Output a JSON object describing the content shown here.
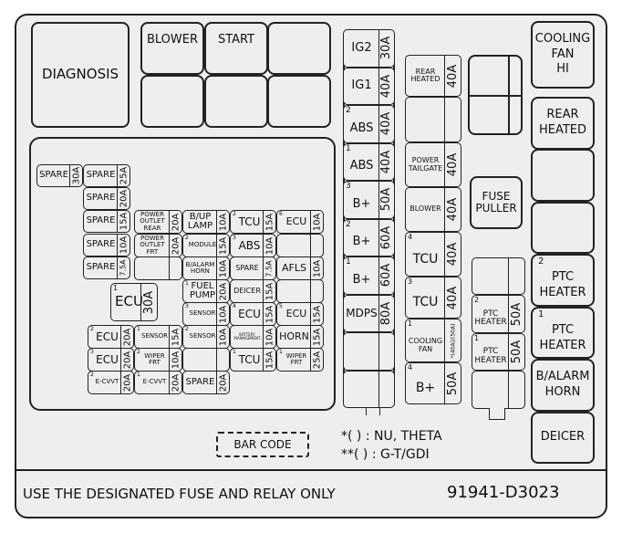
{
  "top_left": {
    "diagnosis": "DIAGNOSIS",
    "relays": [
      "BLOWER",
      "START",
      "",
      "",
      "",
      ""
    ]
  },
  "left_block": {
    "spare_col": [
      {
        "label": "SPARE",
        "amp": "30A"
      }
    ],
    "spare_col2": [
      {
        "label": "SPARE",
        "amp": "25A"
      },
      {
        "label": "SPARE",
        "amp": "20A"
      },
      {
        "label": "SPARE",
        "amp": "15A"
      },
      {
        "label": "SPARE",
        "amp": "10A"
      },
      {
        "label": "SPARE",
        "amp": "7.5A"
      }
    ],
    "col_a": [
      {
        "label": "POWER\nOUTLET\nREAR",
        "amp": "20A",
        "num": ""
      },
      {
        "label": "POWER\nOUTLET\nFRT",
        "amp": "20A",
        "num": ""
      },
      {
        "label": "",
        "amp": "",
        "num": ""
      }
    ],
    "col_b": [
      {
        "label": "B/UP\nLAMP",
        "amp": "10A",
        "num": ""
      },
      {
        "label": "MODULE",
        "amp": "15A",
        "num": "2"
      },
      {
        "label": "B/ALARM\nHORN",
        "amp": "10A",
        "num": ""
      },
      {
        "label": "FUEL\nPUMP",
        "amp": "20A",
        "num": "1"
      },
      {
        "label": "SENSOR",
        "amp": "10A",
        "num": "3"
      },
      {
        "label": "SENSOR",
        "amp": "10A",
        "num": "2"
      },
      {
        "label": "",
        "amp": "",
        "num": ""
      }
    ],
    "col_c": [
      {
        "label": "TCU",
        "amp": "15A",
        "num": "2"
      },
      {
        "label": "ABS",
        "amp": "10A",
        "num": "3"
      },
      {
        "label": "SPARE",
        "amp": "7.5A",
        "num": ""
      },
      {
        "label": "DEICER",
        "amp": "15A",
        "num": ""
      },
      {
        "label": "ECU",
        "amp": "15A",
        "num": "4"
      },
      {
        "label": "BATTERY\nMANAGEMENT",
        "amp": "10A",
        "num": ""
      },
      {
        "label": "TCU",
        "amp": "15A",
        "num": "1"
      }
    ],
    "col_d": [
      {
        "label": "ECU",
        "amp": "10A",
        "num": "6"
      },
      {
        "label": "",
        "amp": "",
        "num": ""
      },
      {
        "label": "AFLS",
        "amp": "10A",
        "num": ""
      },
      {
        "label": "",
        "amp": "",
        "num": ""
      },
      {
        "label": "ECU",
        "amp": "15A",
        "num": "5"
      },
      {
        "label": "HORN",
        "amp": "15A",
        "num": ""
      },
      {
        "label": "WIPER\nFRT",
        "amp": "25A",
        "num": "1"
      }
    ],
    "ecu_big": {
      "label": "ECU",
      "amp": "30A",
      "num": "1"
    },
    "bottom_col1": [
      {
        "label": "ECU",
        "amp": "20A",
        "num": "2"
      },
      {
        "label": "ECU",
        "amp": "20A",
        "num": "3"
      },
      {
        "label": "E-CVVT",
        "amp": "20A",
        "num": "2"
      }
    ],
    "bottom_col2": [
      {
        "label": "SENSOR",
        "amp": "15A",
        "num": "1"
      },
      {
        "label": "WIPER\nFRT",
        "amp": "10A",
        "num": "2"
      },
      {
        "label": "E-CVVT",
        "amp": "20A",
        "num": "1"
      }
    ],
    "bottom_col3_last": {
      "label": "SPARE",
      "amp": "20A",
      "num": ""
    }
  },
  "mid_column": [
    {
      "label": "IG2",
      "amp": "30A",
      "num": ""
    },
    {
      "label": "IG1",
      "amp": "40A",
      "num": ""
    },
    {
      "label": "ABS",
      "amp": "40A",
      "num": "2"
    },
    {
      "label": "ABS",
      "amp": "40A",
      "num": "1"
    },
    {
      "label": "B+",
      "amp": "50A",
      "num": "3"
    },
    {
      "label": "B+",
      "amp": "60A",
      "num": "2"
    },
    {
      "label": "B+",
      "amp": "60A",
      "num": "1"
    },
    {
      "label": "MDPS",
      "amp": "80A",
      "num": ""
    },
    {
      "label": "",
      "amp": "",
      "num": ""
    },
    {
      "label": "",
      "amp": "",
      "num": ""
    }
  ],
  "right_mid_column": [
    {
      "label": "REAR\nHEATED",
      "amp": "40A",
      "num": ""
    },
    {
      "label": "",
      "amp": "",
      "num": ""
    },
    {
      "label": "POWER\nTAILGATE",
      "amp": "40A",
      "num": ""
    },
    {
      "label": "BLOWER",
      "amp": "40A",
      "num": ""
    },
    {
      "label": "TCU",
      "amp": "40A",
      "num": "4"
    },
    {
      "label": "TCU",
      "amp": "40A",
      "num": "3"
    },
    {
      "label": "COOLING\nFAN",
      "amp": "*(40A)/(50A)",
      "num": "1"
    },
    {
      "label": "B+",
      "amp": "50A",
      "num": "4"
    }
  ],
  "fuse_puller": "FUSE\nPULLER",
  "ptc_column": [
    {
      "label": "",
      "amp": "",
      "num": ""
    },
    {
      "label": "PTC\nHEATER",
      "amp": "50A",
      "num": "2"
    },
    {
      "label": "PTC\nHEATER",
      "amp": "50A",
      "num": "1"
    },
    {
      "label": "",
      "amp": "",
      "num": ""
    }
  ],
  "relays_right": [
    {
      "label": "COOLING\nFAN\nHI",
      "num": ""
    },
    {
      "label": "REAR\nHEATED",
      "num": ""
    },
    {
      "label": "",
      "num": ""
    },
    {
      "label": "",
      "num": ""
    },
    {
      "label": "PTC\nHEATER",
      "num": "2"
    },
    {
      "label": "PTC\nHEATER",
      "num": "1"
    },
    {
      "label": "B/ALARM\nHORN",
      "num": ""
    },
    {
      "label": "DEICER",
      "num": ""
    }
  ],
  "barcode": "BAR CODE",
  "notes": [
    "*( ) : NU, THETA",
    "**( ) : G-T/GDI"
  ],
  "footer": {
    "notice": "USE THE DESIGNATED FUSE AND RELAY ONLY",
    "part_number": "91941-D3023"
  }
}
